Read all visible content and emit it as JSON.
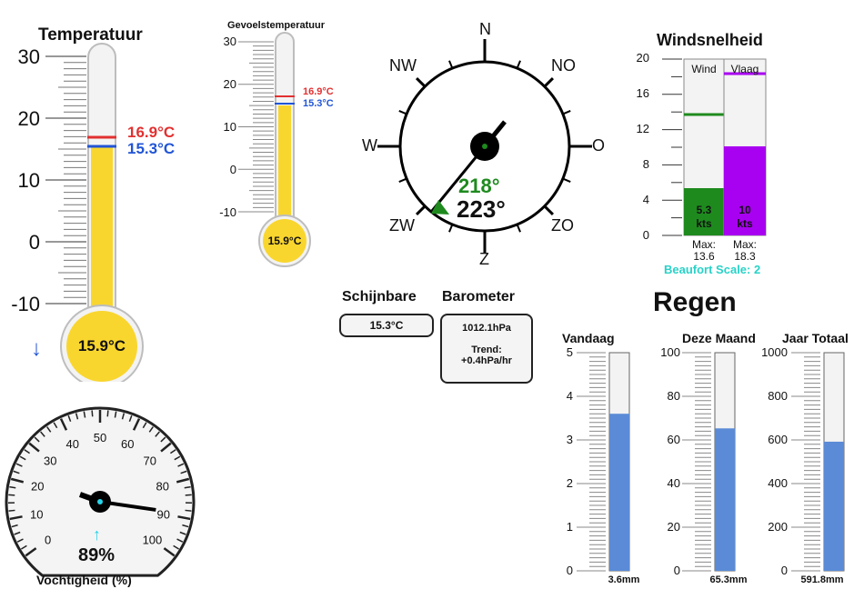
{
  "temperature": {
    "title": "Temperatuur",
    "value_fraction": 0.659,
    "bulb_label": "15.9°C",
    "max_label": "16.9°C",
    "min_label": "15.3°C",
    "ticks": [
      "30",
      "20",
      "10",
      "0",
      "-10"
    ],
    "trend_arrow": "↓",
    "colors": {
      "fill": "#f9d62e",
      "max": "#e23030",
      "min": "#2155d6"
    }
  },
  "apparent_temp": {
    "title": "Gevoelstemperatuur",
    "bulb_label": "15.9°C",
    "max_label": "16.9°C",
    "min_label": "15.3°C",
    "ticks": [
      "30",
      "20",
      "10",
      "0",
      "-10"
    ]
  },
  "compass": {
    "labels": {
      "n": "N",
      "ne": "NO",
      "e": "O",
      "se": "ZO",
      "s": "Z",
      "sw": "ZW",
      "w": "W",
      "nw": "NW"
    },
    "avg_direction_label": "218°",
    "direction_label": "223°",
    "avg_direction_deg": 218,
    "direction_deg": 223,
    "colors": {
      "avg": "#1e8a1e"
    }
  },
  "windspeed": {
    "title": "Windsnelheid",
    "ticks": [
      "20",
      "16",
      "12",
      "8",
      "4",
      "0"
    ],
    "wind_label": "Wind",
    "gust_label": "Vlaag",
    "wind_value": 5.3,
    "gust_value": 10,
    "wind_max": 13.6,
    "gust_max": 18.3,
    "wind_value_label": "5.3",
    "gust_value_label": "10",
    "unit": "kts",
    "max_prefix": "Max:",
    "wind_max_label": "13.6",
    "gust_max_label": "18.3",
    "beaufort": "Beaufort Scale: 2",
    "colors": {
      "wind": "#1e8a1e",
      "gust": "#a800f0",
      "beaufort": "#28d2c8"
    }
  },
  "apparent": {
    "title": "Schijnbare",
    "value": "15.3°C"
  },
  "barometer": {
    "title": "Barometer",
    "value": "1012.1hPa",
    "trend_label": "Trend:",
    "trend_value": "+0.4hPa/hr"
  },
  "rain": {
    "title": "Regen",
    "gauges": [
      {
        "title": "Vandaag",
        "ticks": [
          "5",
          "4",
          "3",
          "2",
          "1",
          "0"
        ],
        "value_fraction": 0.72,
        "value_label": "3.6mm"
      },
      {
        "title": "Deze Maand",
        "ticks": [
          "100",
          "80",
          "60",
          "40",
          "20",
          "0"
        ],
        "value_fraction": 0.653,
        "value_label": "65.3mm"
      },
      {
        "title": "Jaar Totaal",
        "ticks": [
          "1000",
          "800",
          "600",
          "400",
          "200",
          "0"
        ],
        "value_fraction": 0.592,
        "value_label": "591.8mm"
      }
    ],
    "colors": {
      "fill": "#5b8bd6"
    }
  },
  "humidity": {
    "title": "Vochtigheid (%)",
    "value_label": "89%",
    "value": 89,
    "scale": [
      "0",
      "10",
      "20",
      "30",
      "40",
      "50",
      "60",
      "70",
      "80",
      "90",
      "100"
    ],
    "trend_arrow": "↑",
    "colors": {
      "dot": "#28d2e8",
      "arrow": "#28d2e8"
    }
  }
}
